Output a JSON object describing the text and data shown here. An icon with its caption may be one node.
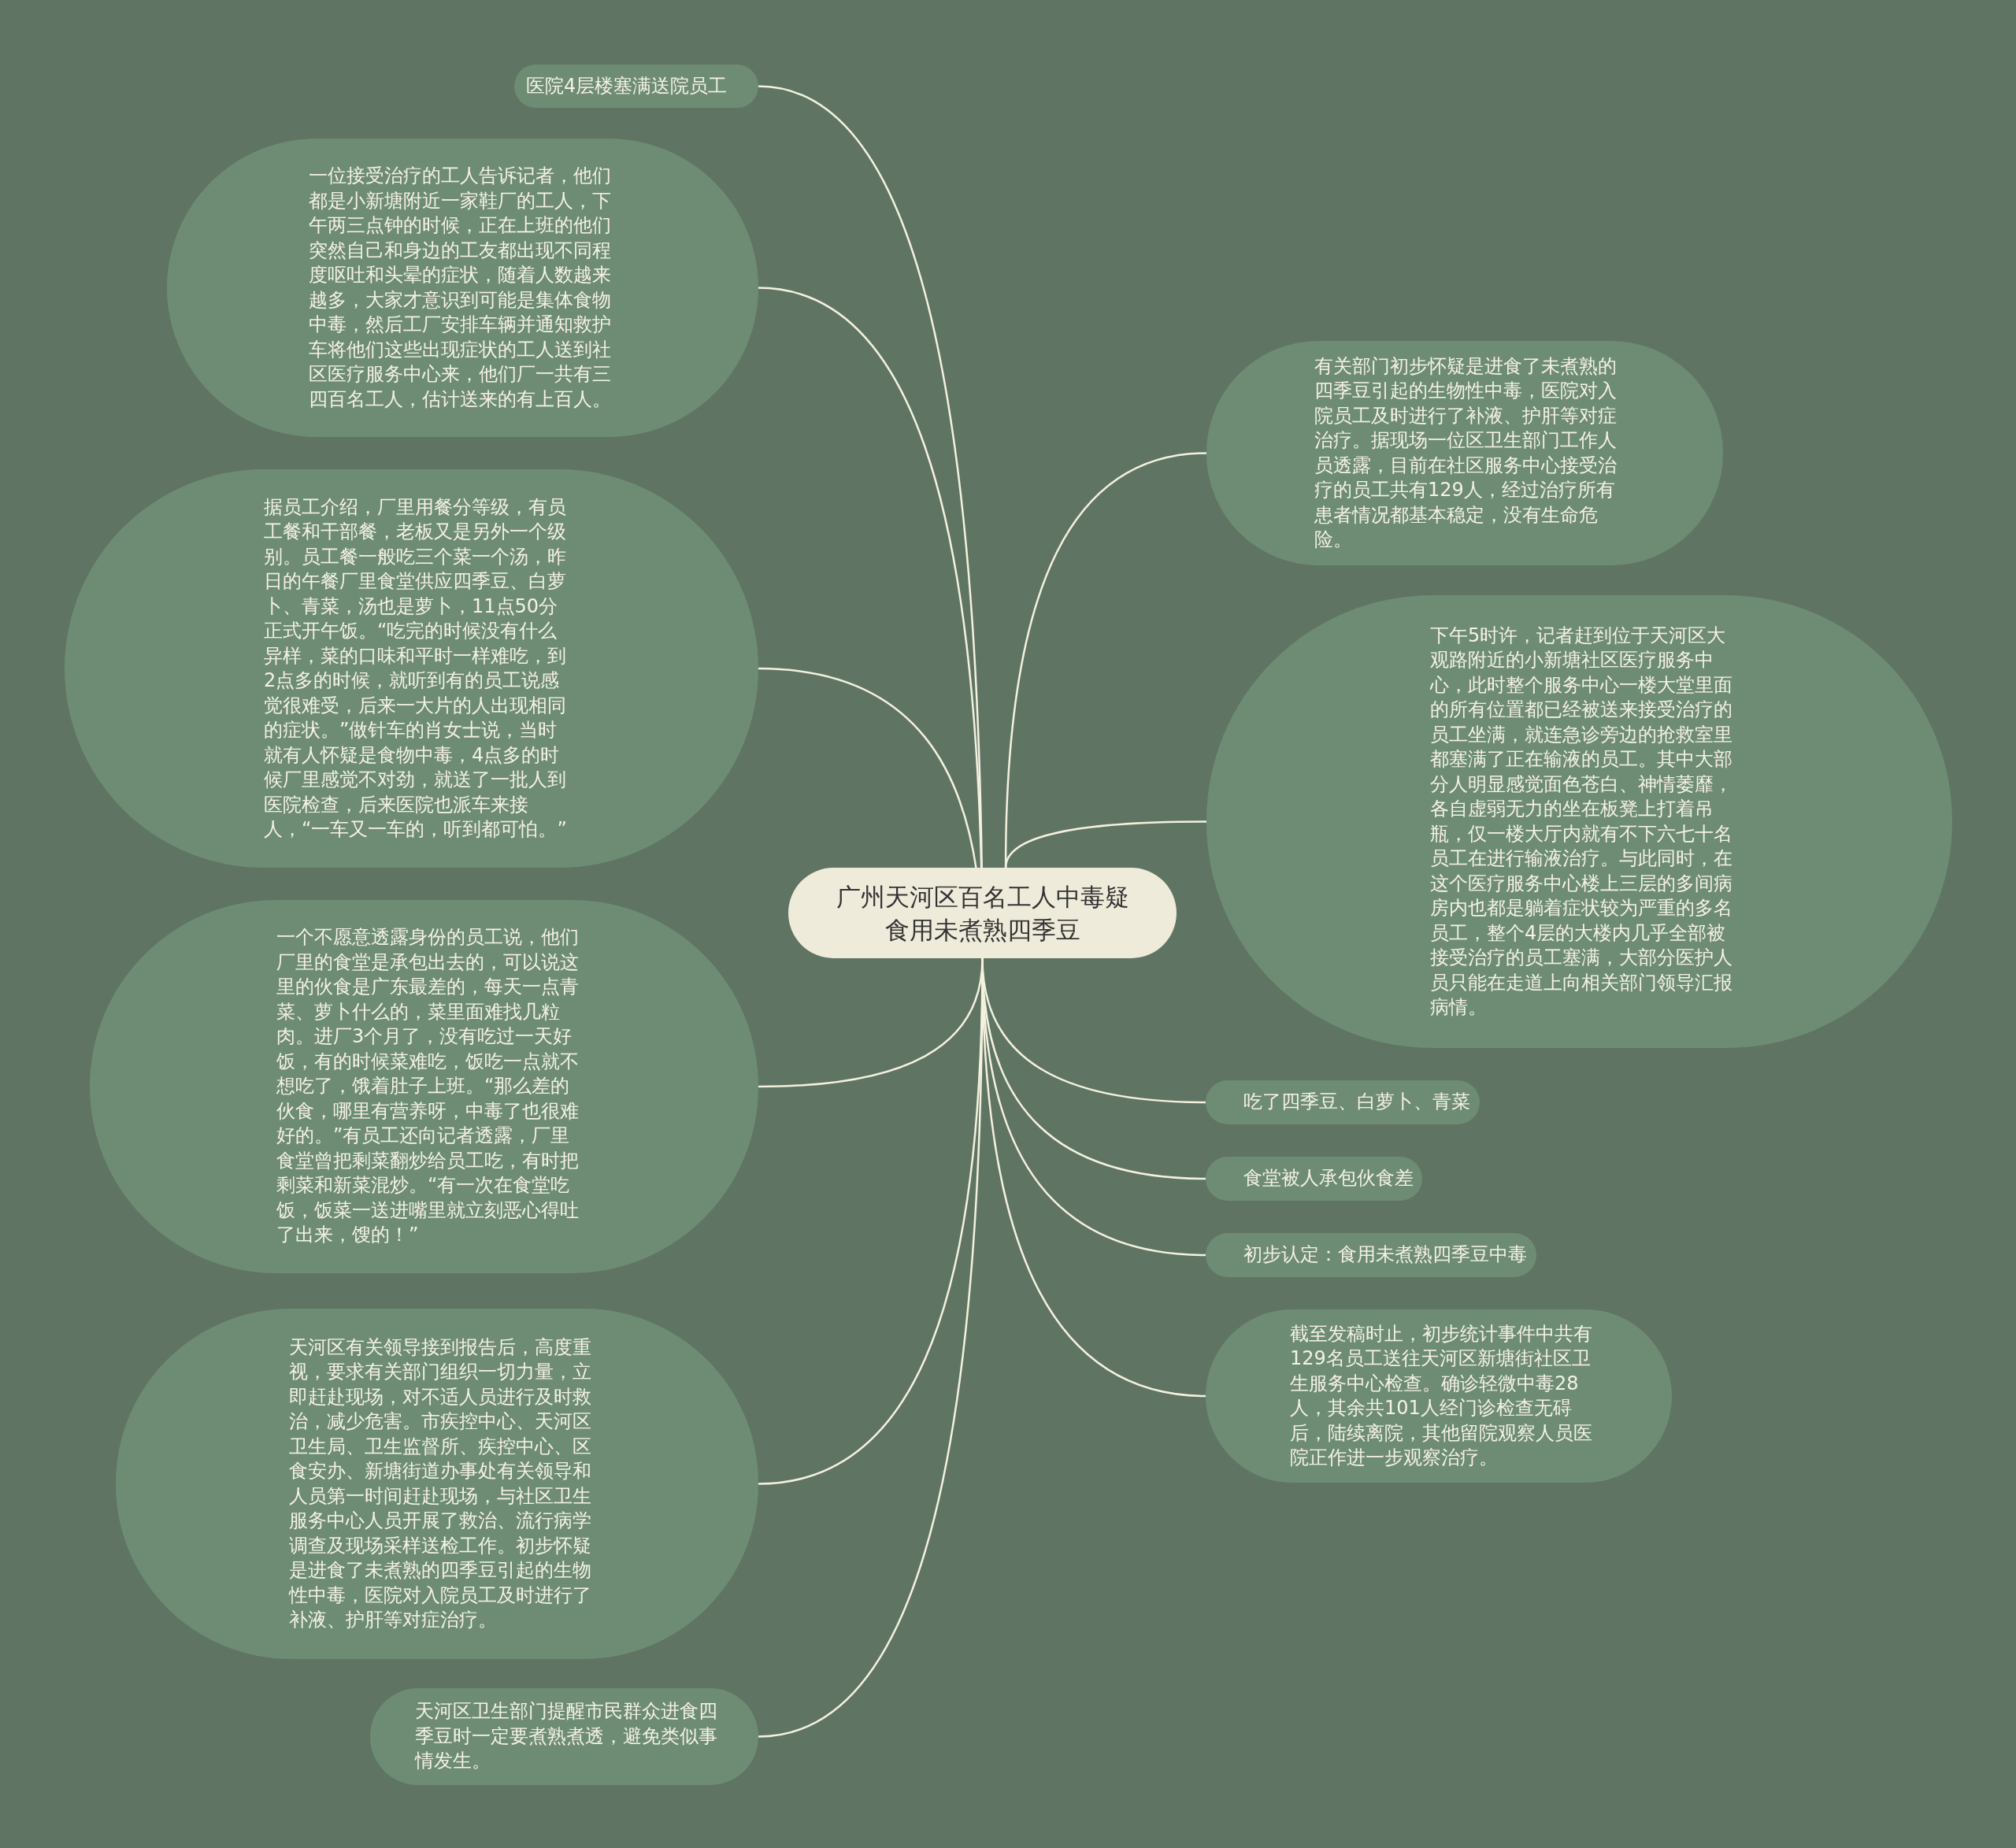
{
  "diagram": {
    "nodes": [
      {
        "text": [
          "广州天河区百名工人中毒疑食用未煮熟四季豆"
        ]
      },
      {
        "text": [
          "医院4层楼塞满送院员工"
        ]
      },
      {
        "text": [
          "一位接受治疗的工人告诉记者，他们都是小新塘附近一家鞋厂的工人，下午两三点钟的时候，正在上班的他们突然自己和身边的工友都出现不同程度呕吐和头晕的症状，随着人数越来越多，大家才意识到可能是集体食物中毒，然后工厂安排车辆并通知救护车将他们这些出现症状的工人送到社区医疗服务中心来，他们厂一共有三四百名工人，估计送来的有上百人。"
        ]
      },
      {
        "text": [
          "据员工介绍，厂里用餐分等级，有员工餐和干部餐，老板又是另外一个级别。员工餐一般吃三个菜一个汤，昨日的午餐厂里食堂供应四季豆、白萝卜、青菜，汤也是萝卜，11点50分正式开午饭。“吃完的时候没有什么异样，菜的口味和平时一样难吃，到2点多的时候，就听到有的员工说感觉很难受，后来一大片的人出现相同的症状。”做针车的肖女士说，当时就有人怀疑是食物中毒，4点多的时候厂里感觉不对劲，就送了一批人到医院检查，后来医院也派车来接人，“一车又一车的，听到都可怕。”"
        ]
      },
      {
        "text": [
          "一个不愿意透露身份的员工说，他们厂里的食堂是承包出去的，可以说这里的伙食是广东最差的，每天一点青菜、萝卜什么的，菜里面难找几粒肉。进厂3个月了，没有吃过一天好饭，有的时候菜难吃，饭吃一点就不想吃了，饿着肚子上班。“那么差的伙食，哪里有营养呀，中毒了也很难好的。”有员工还向记者透露，厂里食堂曾把剩菜翻炒给员工吃，有时把剩菜和新菜混炒。“有一次在食堂吃饭，饭菜一送进嘴里就立刻恶心得吐了出来，馊的！”"
        ]
      },
      {
        "text": [
          "天河区有关领导接到报告后，高度重视，要求有关部门组织一切力量，立即赶赴现场，对不适人员进行及时救治，减少危害。市疾控中心、天河区卫生局、卫生监督所、疾控中心、区食安办、新塘街道办事处有关领导和人员第一时间赶赴现场，与社区卫生服务中心人员开展了救治、流行病学调查及现场采样送检工作。初步怀疑是进食了未煮熟的四季豆引起的生物性中毒，医院对入院员工及时进行了补液、护肝等对症治疗。"
        ]
      },
      {
        "text": [
          "天河区卫生部门提醒市民群众进食四季豆时一定要煮熟煮透，避免类似事情发生。"
        ]
      },
      {
        "text": [
          "有关部门初步怀疑是进食了未煮熟的四季豆引起的生物性中毒，医院对入院员工及时进行了补液、护肝等对症治疗。据现场一位区卫生部门工作人员透露，目前在社区服务中心接受治疗的员工共有129人，经过治疗所有患者情况都基本稳定，没有生命危险。"
        ]
      },
      {
        "text": [
          "下午5时许，记者赶到位于天河区大观路附近的小新塘社区医疗服务中心，此时整个服务中心一楼大堂里面的所有位置都已经被送来接受治疗的员工坐满，就连急诊旁边的抢救室里都塞满了正在输液的员工。其中大部分人明显感觉面色苍白、神情萎靡，各自虚弱无力的坐在板凳上打着吊瓶，仅一楼大厅内就有不下六七十名员工在进行输液治疗。与此同时，在这个医疗服务中心楼上三层的多间病房内也都是躺着症状较为严重的多名员工，整个4层的大楼内几乎全部被接受治疗的员工塞满，大部分医护人员只能在走道上向相关部门领导汇报病情。"
        ]
      },
      {
        "text": [
          "吃了四季豆、白萝卜、青菜"
        ]
      },
      {
        "text": [
          "食堂被人承包伙食差"
        ]
      },
      {
        "text": [
          "初步认定：食用未煮熟四季豆中毒"
        ]
      },
      {
        "text": [
          "截至发稿时止，初步统计事件中共有129名员工送往天河区新塘街社区卫生服务中心检查。确诊轻微中毒28人，其余共101人经门诊检查无碍后，陆续离院，其他留院观察人员医院正作进一步观察治疗。"
        ]
      }
    ],
    "edges": [
      {
        "from": 0,
        "to": 1,
        "arrow": "none"
      },
      {
        "from": 0,
        "to": 2,
        "arrow": "none"
      },
      {
        "from": 0,
        "to": 3,
        "arrow": "none"
      },
      {
        "from": 0,
        "to": 4,
        "arrow": "none"
      },
      {
        "from": 0,
        "to": 5,
        "arrow": "none"
      },
      {
        "from": 0,
        "to": 6,
        "arrow": "none"
      },
      {
        "from": 0,
        "to": 7,
        "arrow": "none"
      },
      {
        "from": 0,
        "to": 8,
        "arrow": "none"
      },
      {
        "from": 0,
        "to": 9,
        "arrow": "none"
      },
      {
        "from": 0,
        "to": 10,
        "arrow": "none"
      },
      {
        "from": 0,
        "to": 11,
        "arrow": "none"
      },
      {
        "from": 0,
        "to": 12,
        "arrow": "none"
      }
    ]
  }
}
